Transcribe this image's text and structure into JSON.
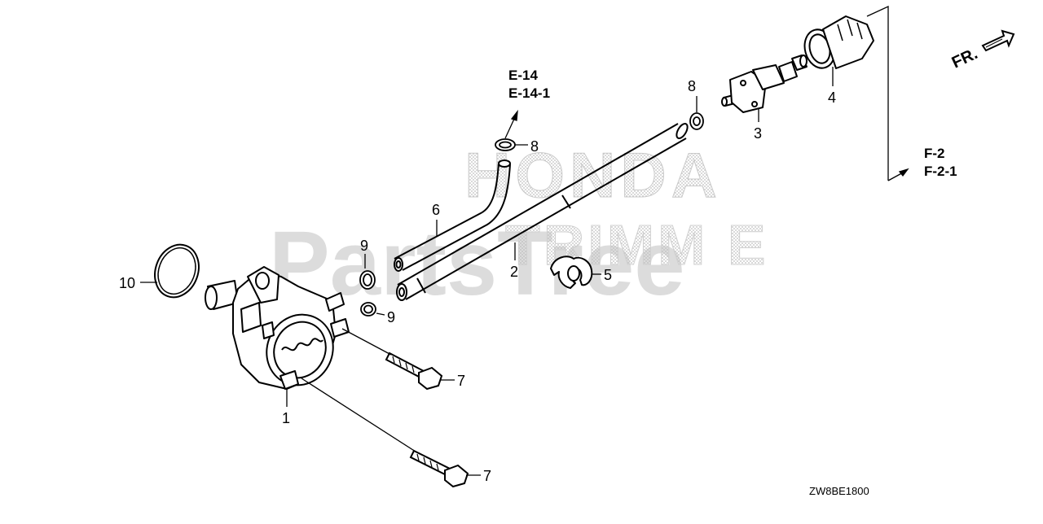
{
  "watermark": {
    "brand": "HONDA",
    "site": "PartsTree"
  },
  "direction_marker": {
    "label": "FR."
  },
  "callouts": [
    {
      "id": "c1",
      "number": "1"
    },
    {
      "id": "c2",
      "number": "2"
    },
    {
      "id": "c3",
      "number": "3"
    },
    {
      "id": "c4",
      "number": "4"
    },
    {
      "id": "c5",
      "number": "5"
    },
    {
      "id": "c6",
      "number": "6"
    },
    {
      "id": "c7a",
      "number": "7"
    },
    {
      "id": "c7b",
      "number": "7"
    },
    {
      "id": "c8a",
      "number": "8"
    },
    {
      "id": "c8b",
      "number": "8"
    },
    {
      "id": "c9a",
      "number": "9"
    },
    {
      "id": "c9b",
      "number": "9"
    },
    {
      "id": "c10",
      "number": "10"
    }
  ],
  "section_refs": {
    "upper": [
      "E-14",
      "E-14-1"
    ],
    "right": [
      "F-2",
      "F-2-1"
    ]
  },
  "diagram_code": "ZW8BE1800",
  "colors": {
    "line": "#000000",
    "watermark": "#c8c8c8"
  }
}
